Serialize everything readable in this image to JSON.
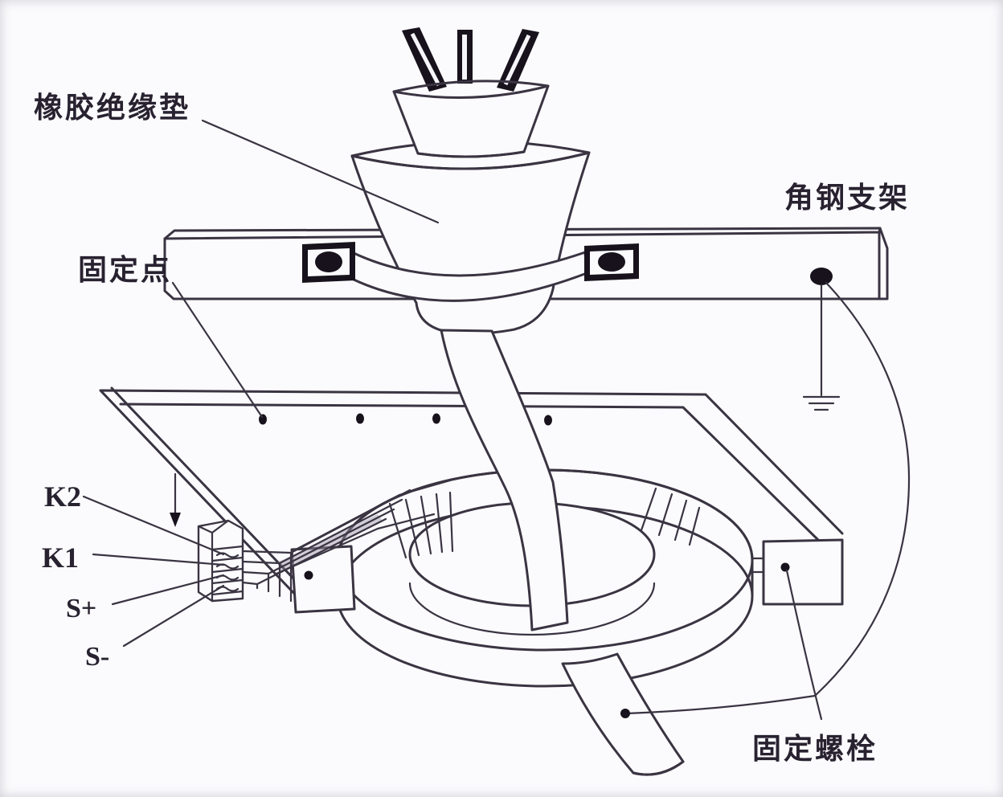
{
  "diagram": {
    "labels": {
      "rubber_pad": "橡胶绝缘垫",
      "angle_steel_bracket": "角钢支架",
      "fixing_point": "固定点",
      "terminal_k2": "K2",
      "terminal_k1": "K1",
      "terminal_s_plus": "S+",
      "terminal_s_minus": "S-",
      "fixing_bolt": "固定螺栓"
    },
    "colors": {
      "background": "#fbfbfd",
      "line": "#3a3442",
      "text": "#282230",
      "prong_fill": "#17121c"
    }
  }
}
